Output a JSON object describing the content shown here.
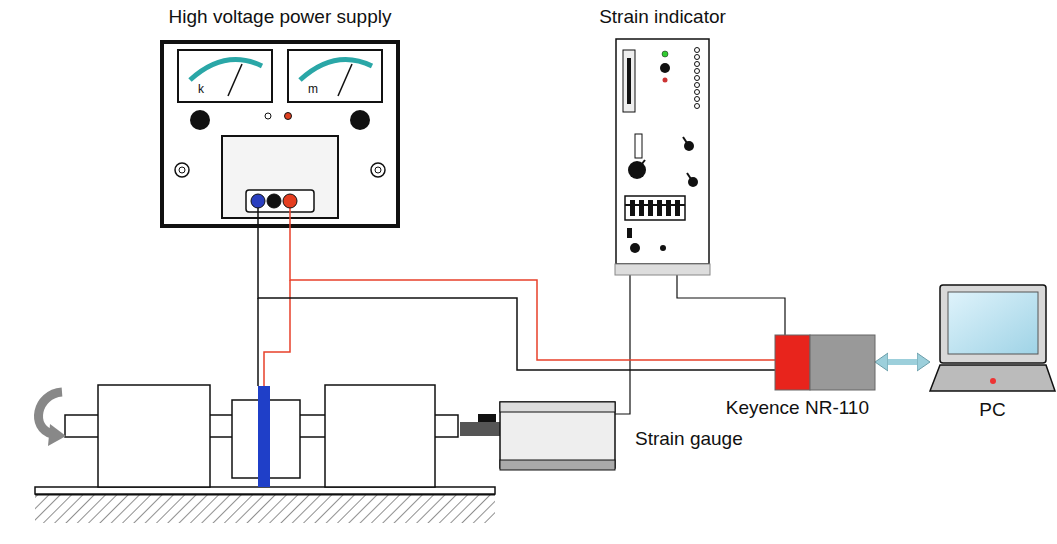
{
  "diagram": {
    "nodes": [
      {
        "text": [
          "High voltage power supply"
        ]
      },
      {
        "text": [
          "Strain indicator"
        ]
      },
      {
        "text": [
          "Keyence NR-110"
        ]
      },
      {
        "text": [
          "PC"
        ]
      },
      {
        "text": [
          "Strain gauge"
        ]
      }
    ],
    "edges": [
      {
        "from": 4,
        "to": 1,
        "arrow": "none"
      },
      {
        "from": 1,
        "to": 2,
        "arrow": "none"
      },
      {
        "from": 2,
        "to": 3,
        "arrow": "both"
      },
      {
        "from": 0,
        "to": 2,
        "arrow": "none"
      },
      {
        "from": 0,
        "to": 2,
        "arrow": "none"
      }
    ],
    "labels": [
      "k",
      "m"
    ]
  }
}
